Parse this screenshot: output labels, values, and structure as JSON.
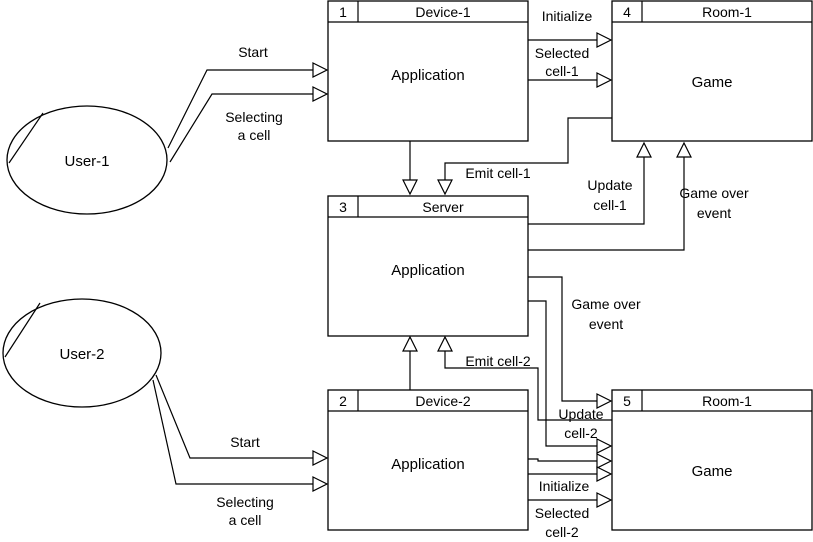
{
  "actors": [
    {
      "id": "user1",
      "label": "User-1"
    },
    {
      "id": "user2",
      "label": "User-2"
    }
  ],
  "nodes": [
    {
      "id": "device1",
      "number": "1",
      "title": "Device-1",
      "body": "Application"
    },
    {
      "id": "device2",
      "number": "2",
      "title": "Device-2",
      "body": "Application"
    },
    {
      "id": "server",
      "number": "3",
      "title": "Server",
      "body": "Application"
    },
    {
      "id": "room1a",
      "number": "4",
      "title": "Room-1",
      "body": "Game"
    },
    {
      "id": "room1b",
      "number": "5",
      "title": "Room-1",
      "body": "Game"
    }
  ],
  "labels": {
    "u1_start": "Start",
    "u1_select_1": "Selecting",
    "u1_select_2": "a cell",
    "d1_initialize": "Initialize",
    "d1_selected_1": "Selected",
    "d1_selected_2": "cell-1",
    "emit_cell1": "Emit cell-1",
    "update_cell1_1": "Update",
    "update_cell1_2": "cell-1",
    "gameover_top_1": "Game over",
    "gameover_top_2": "event",
    "gameover_bot_1": "Game over",
    "gameover_bot_2": "event",
    "emit_cell2": "Emit cell-2",
    "update_cell2_1": "Update",
    "update_cell2_2": "cell-2",
    "u2_start": "Start",
    "u2_select_1": "Selecting",
    "u2_select_2": "a cell",
    "d2_initialize": "Initialize",
    "d2_selected_1": "Selected",
    "d2_selected_2": "cell-2"
  }
}
